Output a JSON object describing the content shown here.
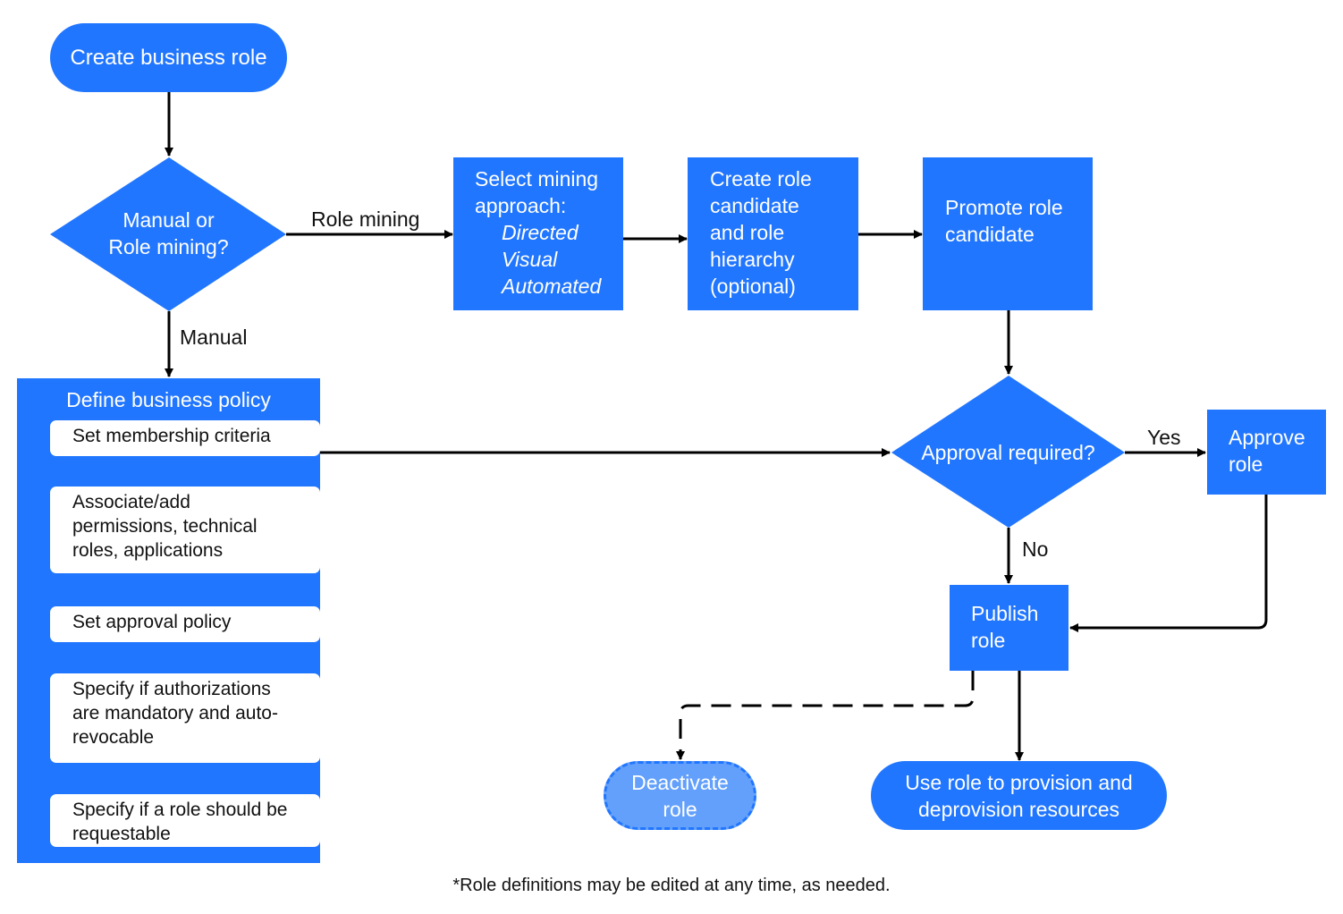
{
  "nodes": {
    "start": "Create business role",
    "decision_manual": [
      "Manual or",
      "Role mining?"
    ],
    "select_mining": {
      "lines": [
        "Select mining",
        "approach:"
      ],
      "options": [
        "Directed",
        "Visual",
        "Automated"
      ]
    },
    "create_candidate": [
      "Create role",
      "candidate",
      "and role",
      "hierarchy",
      "(optional)"
    ],
    "promote": [
      "Promote role",
      "candidate"
    ],
    "define_policy": {
      "title": "Define business policy",
      "steps": [
        "Set membership criteria",
        "Associate/add permissions, technical roles, applications",
        "Set approval policy",
        "Specify if authorizations are mandatory and auto-revocable",
        "Specify if a role should be requestable"
      ]
    },
    "approval": "Approval required?",
    "approve": [
      "Approve",
      "role"
    ],
    "publish": [
      "Publish",
      "role"
    ],
    "deactivate": [
      "Deactivate",
      "role"
    ],
    "use_role": [
      "Use role to provision and",
      "deprovision resources"
    ]
  },
  "edge_labels": {
    "role_mining": "Role mining",
    "manual": "Manual",
    "yes": "Yes",
    "no": "No"
  },
  "footnote": "*Role definitions may be edited at any time, as needed.",
  "colors": {
    "primary": "#2176ff",
    "deactivate_fill": "#63a0fb",
    "text_dark": "#111111"
  }
}
